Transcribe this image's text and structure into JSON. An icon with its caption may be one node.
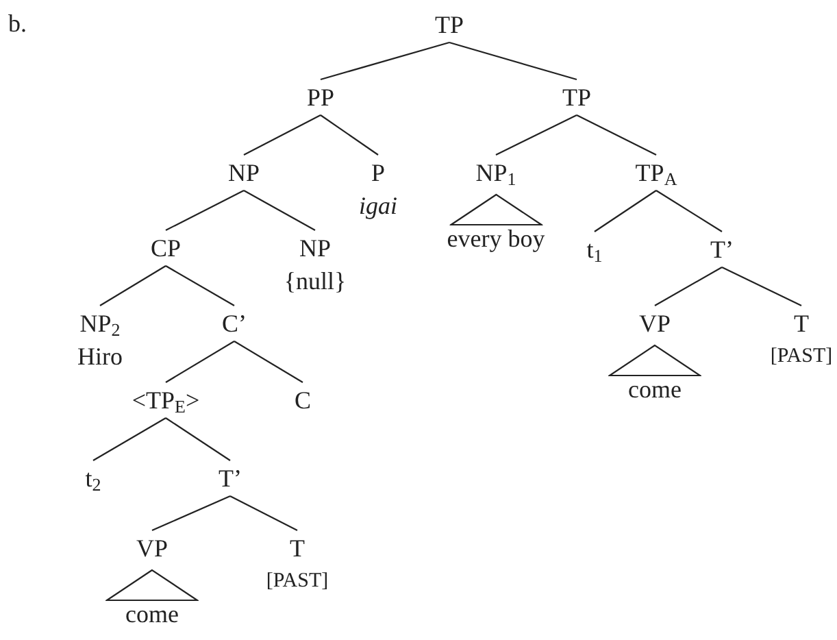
{
  "diagram": {
    "nodes": [
      {
        "text": [
          "TP"
        ]
      },
      {
        "text": [
          "PP"
        ]
      },
      {
        "text": [
          "TP"
        ]
      },
      {
        "text": [
          "NP"
        ]
      },
      {
        "text": [
          "P",
          "igai"
        ]
      },
      {
        "text": [
          "NP$_{1}$",
          "every boy"
        ]
      },
      {
        "text": [
          "TP$_{A}$"
        ]
      },
      {
        "text": [
          "CP"
        ]
      },
      {
        "text": [
          "NP",
          "{null}"
        ]
      },
      {
        "text": [
          "t$_{1}$"
        ]
      },
      {
        "text": [
          "T’"
        ]
      },
      {
        "text": [
          "NP$_{2}$",
          "Hiro"
        ]
      },
      {
        "text": [
          "C’"
        ]
      },
      {
        "text": [
          "VP",
          "come"
        ]
      },
      {
        "text": [
          "T",
          "[PAST]"
        ]
      },
      {
        "text": [
          "<TP$_{E}$>"
        ]
      },
      {
        "text": [
          "C"
        ]
      },
      {
        "text": [
          "t$_{2}$"
        ]
      },
      {
        "text": [
          "T’"
        ]
      },
      {
        "text": [
          "VP",
          "come"
        ]
      },
      {
        "text": [
          "T",
          "[PAST]"
        ]
      }
    ],
    "edges": [
      {
        "from": 0,
        "to": 1,
        "arrow": "none"
      },
      {
        "from": 0,
        "to": 2,
        "arrow": "none"
      },
      {
        "from": 1,
        "to": 3,
        "arrow": "none"
      },
      {
        "from": 1,
        "to": 4,
        "arrow": "none"
      },
      {
        "from": 2,
        "to": 5,
        "arrow": "none"
      },
      {
        "from": 2,
        "to": 6,
        "arrow": "none"
      },
      {
        "from": 3,
        "to": 7,
        "arrow": "none"
      },
      {
        "from": 3,
        "to": 8,
        "arrow": "none"
      },
      {
        "from": 6,
        "to": 9,
        "arrow": "none"
      },
      {
        "from": 6,
        "to": 10,
        "arrow": "none"
      },
      {
        "from": 7,
        "to": 11,
        "arrow": "none"
      },
      {
        "from": 7,
        "to": 12,
        "arrow": "none"
      },
      {
        "from": 10,
        "to": 13,
        "arrow": "none"
      },
      {
        "from": 10,
        "to": 14,
        "arrow": "none"
      },
      {
        "from": 12,
        "to": 15,
        "arrow": "none"
      },
      {
        "from": 12,
        "to": 16,
        "arrow": "none"
      },
      {
        "from": 15,
        "to": 17,
        "arrow": "none"
      },
      {
        "from": 15,
        "to": 18,
        "arrow": "none"
      },
      {
        "from": 18,
        "to": 19,
        "arrow": "none"
      },
      {
        "from": 18,
        "to": 20,
        "arrow": "none"
      }
    ],
    "labels": [
      "b."
    ]
  }
}
